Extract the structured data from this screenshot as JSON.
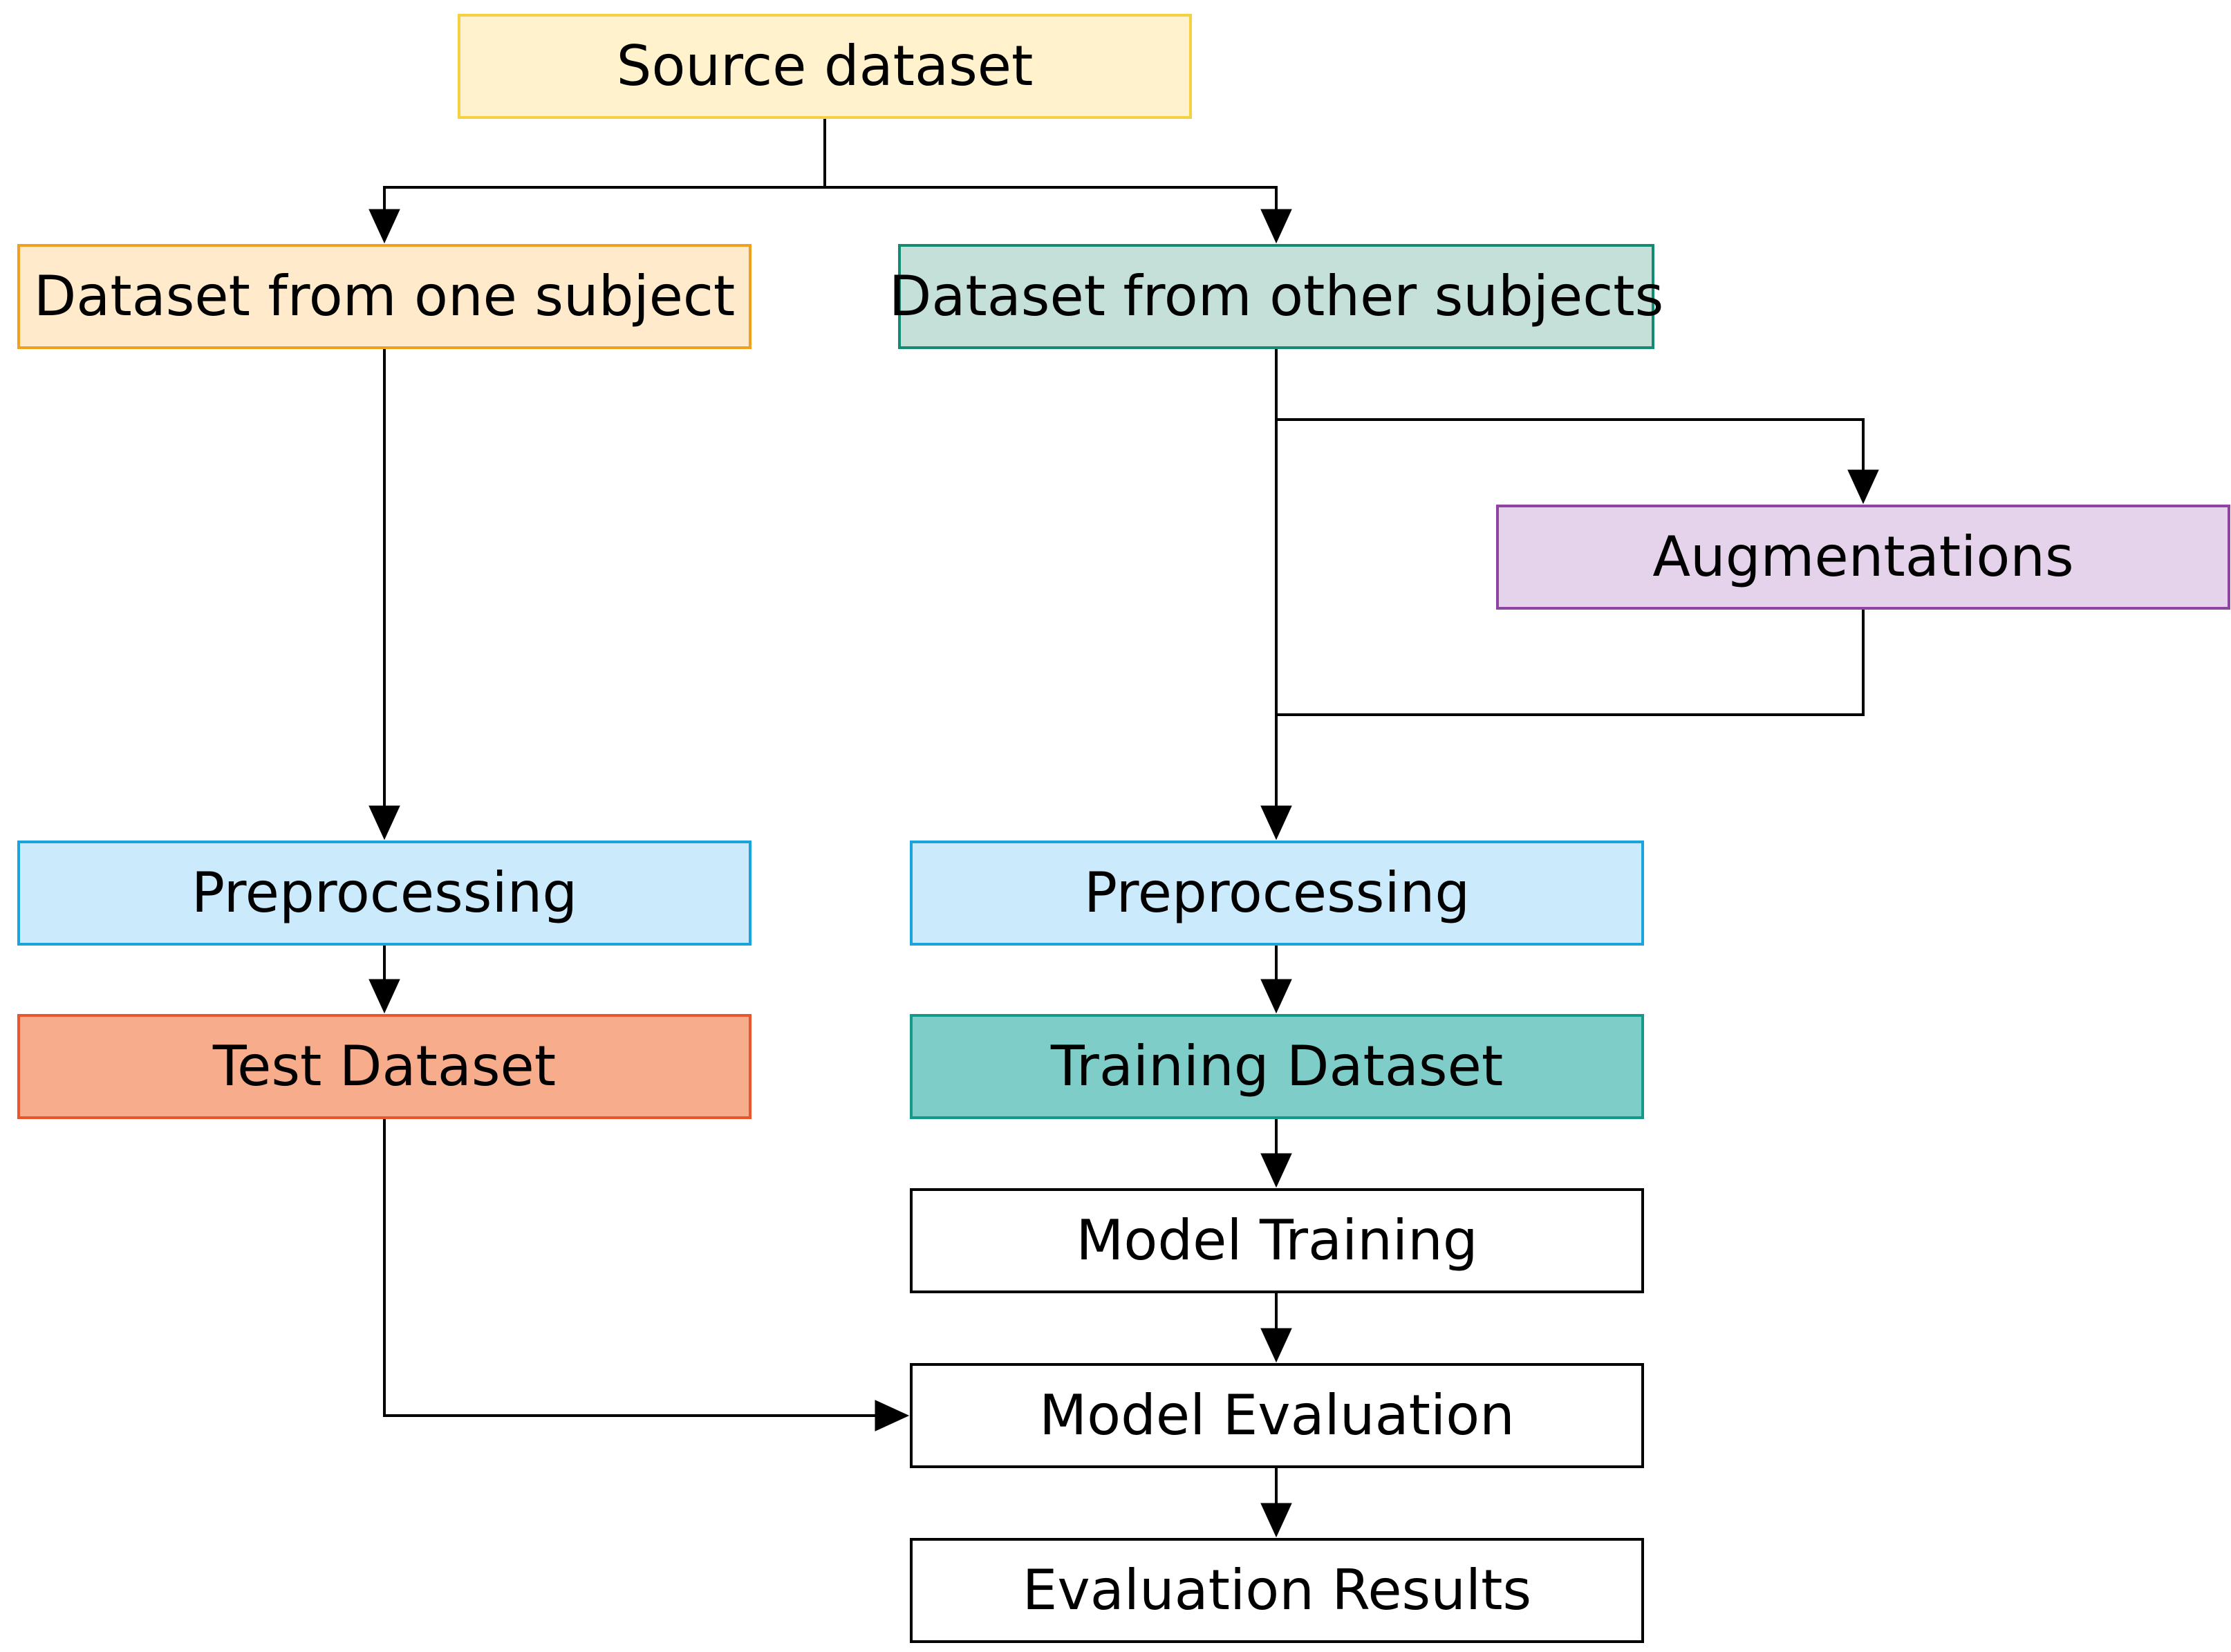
{
  "nodes": {
    "source": {
      "label": "Source dataset",
      "fill": "#fff2cc",
      "stroke": "#f5d142"
    },
    "one_subject": {
      "label": "Dataset from one subject",
      "fill": "#ffebcc",
      "stroke": "#f0a020"
    },
    "other_subjects": {
      "label": "Dataset from other subjects",
      "fill": "#c4e0d9",
      "stroke": "#138a72"
    },
    "augmentations": {
      "label": "Augmentations",
      "fill": "#e4d3ea",
      "stroke": "#8e44a0"
    },
    "preprocessing_left": {
      "label": "Preprocessing",
      "fill": "#cbeafb",
      "stroke": "#1aa3dc"
    },
    "preprocessing_right": {
      "label": "Preprocessing",
      "fill": "#cbeafb",
      "stroke": "#1aa3dc"
    },
    "test_dataset": {
      "label": "Test Dataset",
      "fill": "#f7ac8c",
      "stroke": "#e8552f"
    },
    "training_dataset": {
      "label": "Training Dataset",
      "fill": "#7ecdc8",
      "stroke": "#139a8a"
    },
    "model_training": {
      "label": "Model Training",
      "fill": "#ffffff",
      "stroke": "#000000"
    },
    "model_evaluation": {
      "label": "Model Evaluation",
      "fill": "#ffffff",
      "stroke": "#000000"
    },
    "evaluation_results": {
      "label": "Evaluation Results",
      "fill": "#ffffff",
      "stroke": "#000000"
    }
  },
  "edges": [
    {
      "from": "source",
      "to": "one_subject"
    },
    {
      "from": "source",
      "to": "other_subjects"
    },
    {
      "from": "one_subject",
      "to": "preprocessing_left"
    },
    {
      "from": "other_subjects",
      "to": "augmentations"
    },
    {
      "from": "other_subjects",
      "to": "preprocessing_right"
    },
    {
      "from": "augmentations",
      "to": "preprocessing_right"
    },
    {
      "from": "preprocessing_left",
      "to": "test_dataset"
    },
    {
      "from": "preprocessing_right",
      "to": "training_dataset"
    },
    {
      "from": "training_dataset",
      "to": "model_training"
    },
    {
      "from": "model_training",
      "to": "model_evaluation"
    },
    {
      "from": "test_dataset",
      "to": "model_evaluation"
    },
    {
      "from": "model_evaluation",
      "to": "evaluation_results"
    }
  ],
  "colors": {
    "edge": "#000000"
  }
}
